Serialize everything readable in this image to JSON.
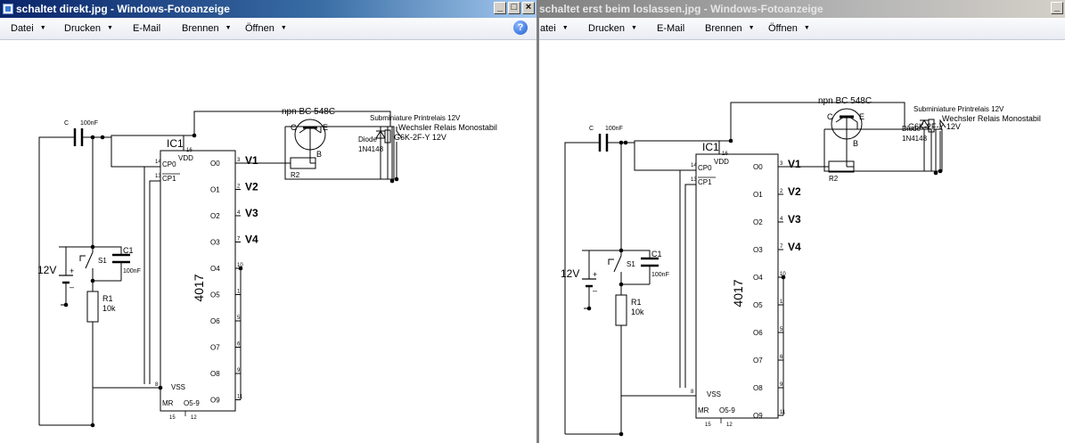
{
  "window_left": {
    "title": "schaltet direkt.jpg - Windows-Fotoanzeige",
    "menu": [
      "Datei",
      "Drucken",
      "E-Mail",
      "Brennen",
      "Öffnen"
    ],
    "buttons": {
      "minimize": "_",
      "maximize": "□",
      "close": "×"
    },
    "help": "?"
  },
  "window_right": {
    "title": "schaltet erst beim loslassen.jpg - Windows-Fotoanzeige",
    "menu": [
      "atei",
      "Drucken",
      "E-Mail",
      "Brennen",
      "Öffnen"
    ],
    "buttons": {
      "minimize": "_"
    }
  },
  "schematic": {
    "cap_c_label": "C",
    "cap_c_value": "100nF",
    "ic_ref": "IC1",
    "ic_part": "4017",
    "vdd": "VDD",
    "vss": "VSS",
    "cp0": "CP0",
    "cp1": "CP1",
    "mr": "MR",
    "o59": "O5-9",
    "outputs": [
      "O0",
      "O1",
      "O2",
      "O3",
      "O4",
      "O5",
      "O6",
      "O7",
      "O8",
      "O9"
    ],
    "output_pins": [
      "3",
      "2",
      "4",
      "7",
      "10",
      "1",
      "5",
      "6",
      "9",
      "11"
    ],
    "pin_vdd": "16",
    "pin_cp0": "14",
    "pin_cp1": "13",
    "pin_vss": "8",
    "pin_mr": "15",
    "pin_o59": "12",
    "v_labels": [
      "V1",
      "V2",
      "V3",
      "V4"
    ],
    "battery": "12V",
    "plus": "+",
    "minus": "–",
    "switch": "S1",
    "c1_label": "C1",
    "c1_value": "100nF",
    "r1_label": "R1",
    "r1_value": "10k",
    "transistor": "npn BC 548C",
    "t_c": "C",
    "t_e": "E",
    "t_b": "B",
    "r2": "R2",
    "diode_label": "Diode",
    "diode_part": "1N4148",
    "relay_line1": "Subminiature Printrelais 12V",
    "relay_line2": "Wechsler Relais Monostabil",
    "relay_part": "G6K-2F-Y 12V"
  }
}
